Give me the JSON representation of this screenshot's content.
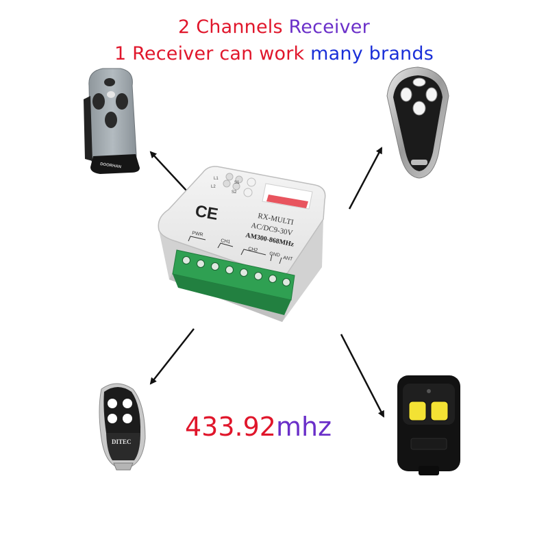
{
  "headline": {
    "line1_part1": "2 Channels ",
    "line1_part2": "Receiver",
    "line2_part1": "1 Receiver can work ",
    "line2_part2": "many brands"
  },
  "frequency": {
    "part1": "433.92",
    "part2": "mhz"
  },
  "receiver": {
    "model": "RX-MULTI",
    "power": "AC/DC9-30V",
    "band": "AM300-868MHz",
    "ce_mark": "CE",
    "led_l1": "L1",
    "led_l2": "L2",
    "led_s1": "S1",
    "led_s2": "S2",
    "term_pwr": "PWR",
    "term_ch1": "CH1",
    "term_ch2": "CH2",
    "term_gnd": "GND",
    "term_ant": "ANT"
  },
  "remotes": {
    "top_left_brand": "DOORHAN",
    "bottom_left_brand": "DITEC"
  },
  "colors": {
    "red": "#e0162b",
    "purple": "#6a2fc9",
    "blue": "#1a2fd8",
    "terminal_green": "#2fa052"
  }
}
